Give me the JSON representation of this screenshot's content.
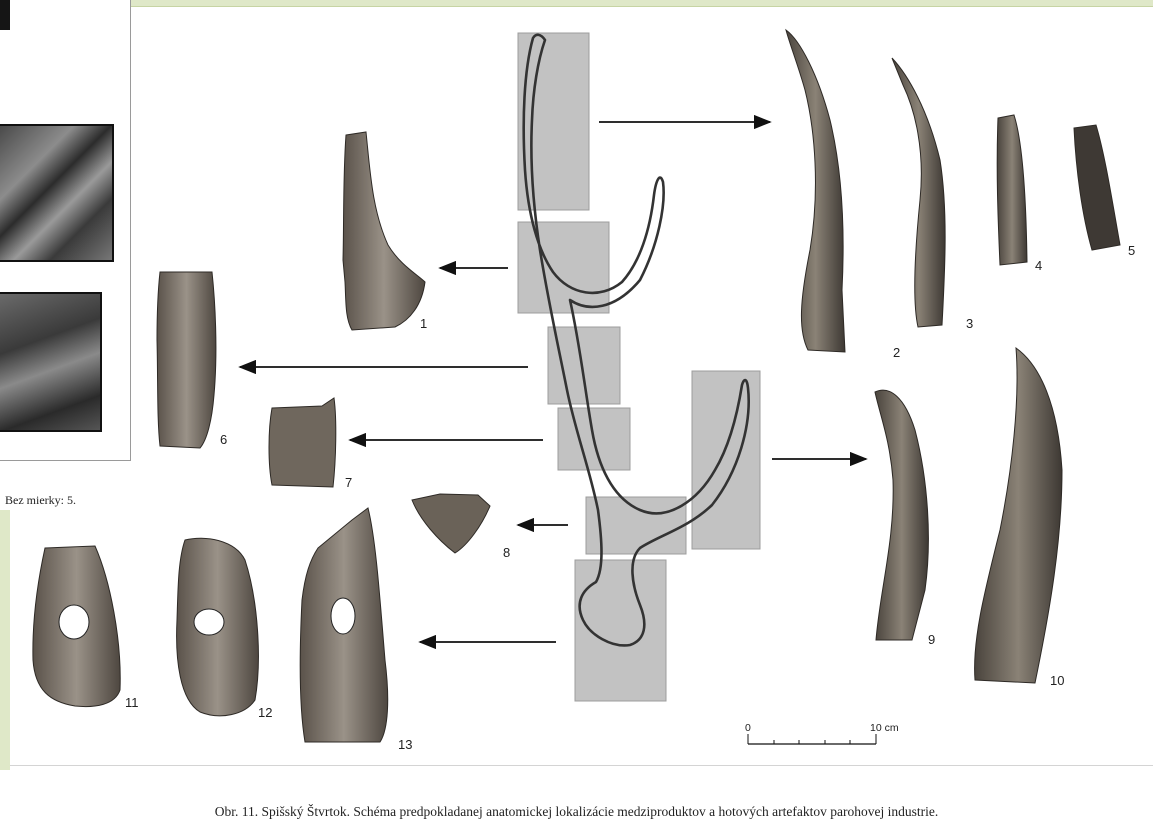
{
  "left_panel": {
    "scale_note": "Bez mierky: 5."
  },
  "figure": {
    "labels": [
      "1",
      "2",
      "3",
      "4",
      "5",
      "6",
      "7",
      "8",
      "9",
      "10",
      "11",
      "12",
      "13"
    ],
    "scale_bar": {
      "start_label": "0",
      "end_label": "10 cm"
    }
  },
  "caption": "Obr. 11. Spišský Štvrtok. Schéma predpokladanej anatomickej lokalizácie medziproduktov a hotových artefaktov parohovej industrie.",
  "colors": {
    "accent_green": "#dfe8c8",
    "box_gray": "#c2c2c2",
    "antler": "#6e665c",
    "antler_dark": "#3d3833"
  }
}
